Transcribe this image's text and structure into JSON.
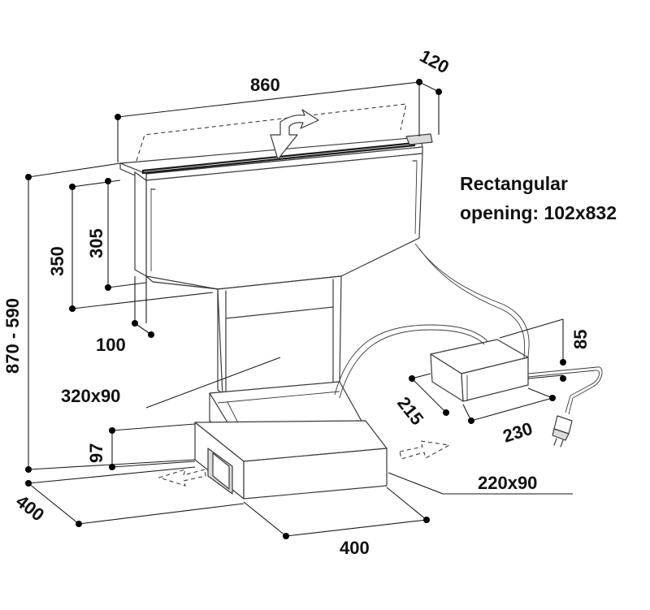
{
  "diagram": {
    "opening_note": {
      "line1": "Rectangular",
      "line2": "opening: 102x832"
    },
    "dimensions": {
      "width_top": "860",
      "depth_top": "120",
      "height_350": "350",
      "height_305": "305",
      "height_total": "870 - 590",
      "offset_100": "100",
      "duct_size": "320x90",
      "base_height": "97",
      "base_depth": "400",
      "base_width": "400",
      "outlet_size": "220x90",
      "motor_height": "85",
      "motor_depth": "215",
      "motor_width": "230"
    }
  }
}
